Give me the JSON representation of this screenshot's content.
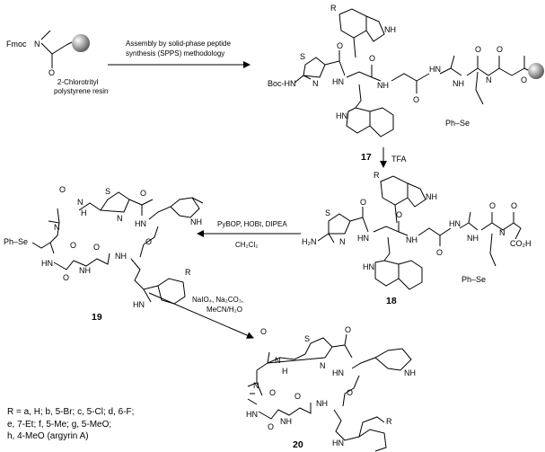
{
  "scheme": {
    "starting_material": {
      "fmoc": "Fmoc",
      "n": "N",
      "o": "O",
      "resin_line1": "2-Chlorotrityl",
      "resin_line2": "polystyrene resin"
    },
    "step1": {
      "line1": "Assembly by solid-phase peptide",
      "line2": "synthesis (SPPS) methodology"
    },
    "step2": {
      "reagent": "TFA"
    },
    "step3": {
      "line1": "PyBOP, HOBt, DIPEA",
      "line2": "CH₂Cl₂"
    },
    "step4": {
      "line1": "NaIO₄, Na₂CO₃,",
      "line2": "MeCN/H₂O"
    },
    "compounds": {
      "c17": "17",
      "c18": "18",
      "c19": "19",
      "c20": "20"
    },
    "atom_labels": {
      "r": "R",
      "nh": "NH",
      "hn": "HN",
      "n": "N",
      "o": "O",
      "s": "S",
      "h": "H",
      "boc_hn": "Boc-HN",
      "h2n": "H₂N",
      "ph_se": "Ph–Se",
      "ph": "Ph",
      "se": "Se",
      "co2h": "CO₂H"
    },
    "r_groups": {
      "line1": "R = a, H; b, 5-Br; c, 5-Cl; d, 6-F;",
      "line2": "e, 7-Et; f, 5-Me; g, 5-MeO;",
      "line3": "h, 4-MeO (argyrin A)"
    }
  }
}
